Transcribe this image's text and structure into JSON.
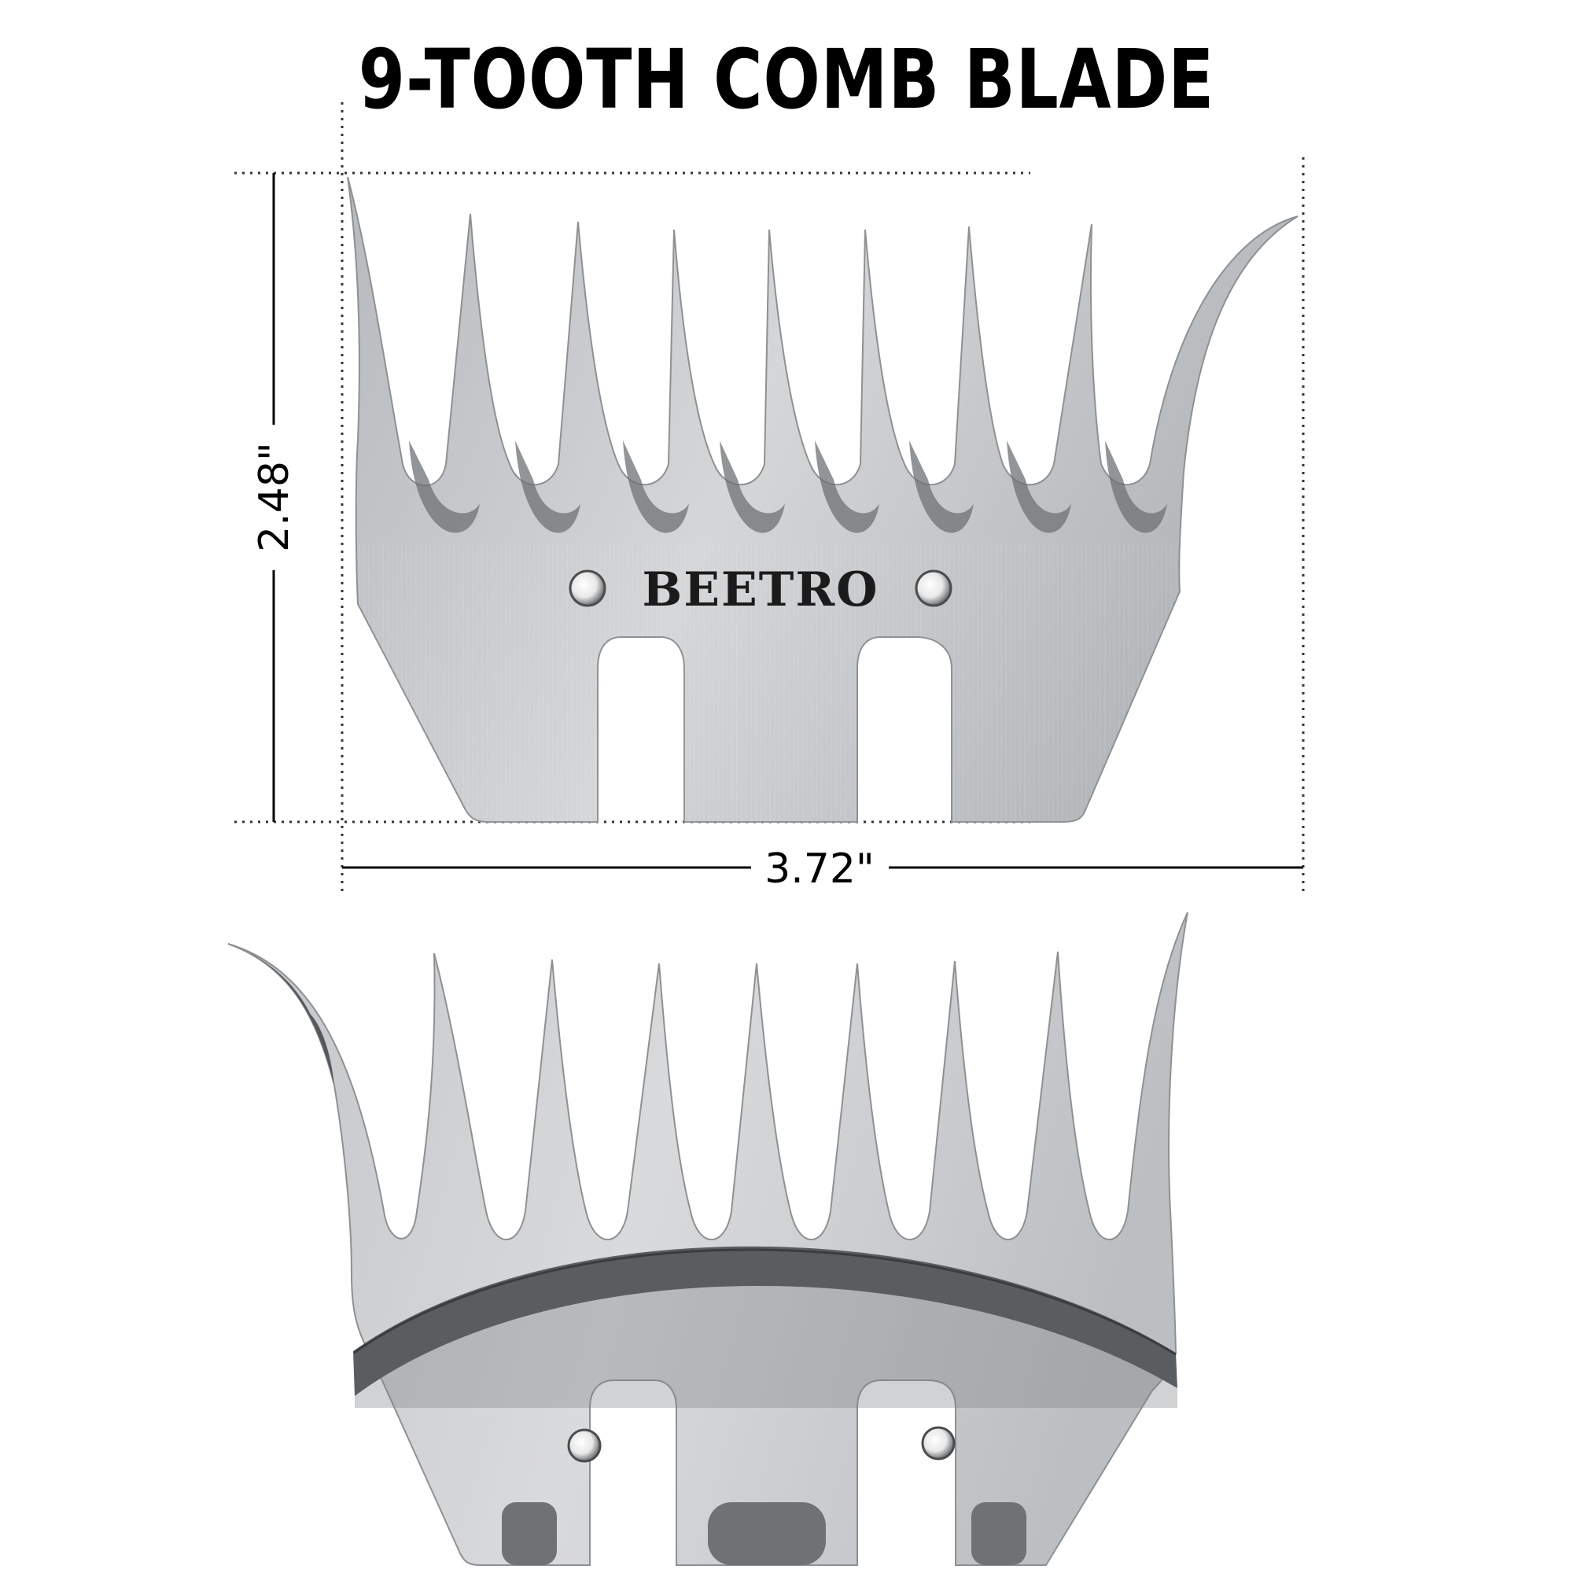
{
  "title": "9-TOOTH COMB BLADE",
  "dimensions": {
    "height_label": "2.48\"",
    "width_label": "3.72\""
  },
  "brand": "BEETRO",
  "colors": {
    "steel_light": "#c9cbcd",
    "steel_mid": "#a9acaf",
    "steel_dark": "#6e7174",
    "bevel": "#5c5f62"
  }
}
